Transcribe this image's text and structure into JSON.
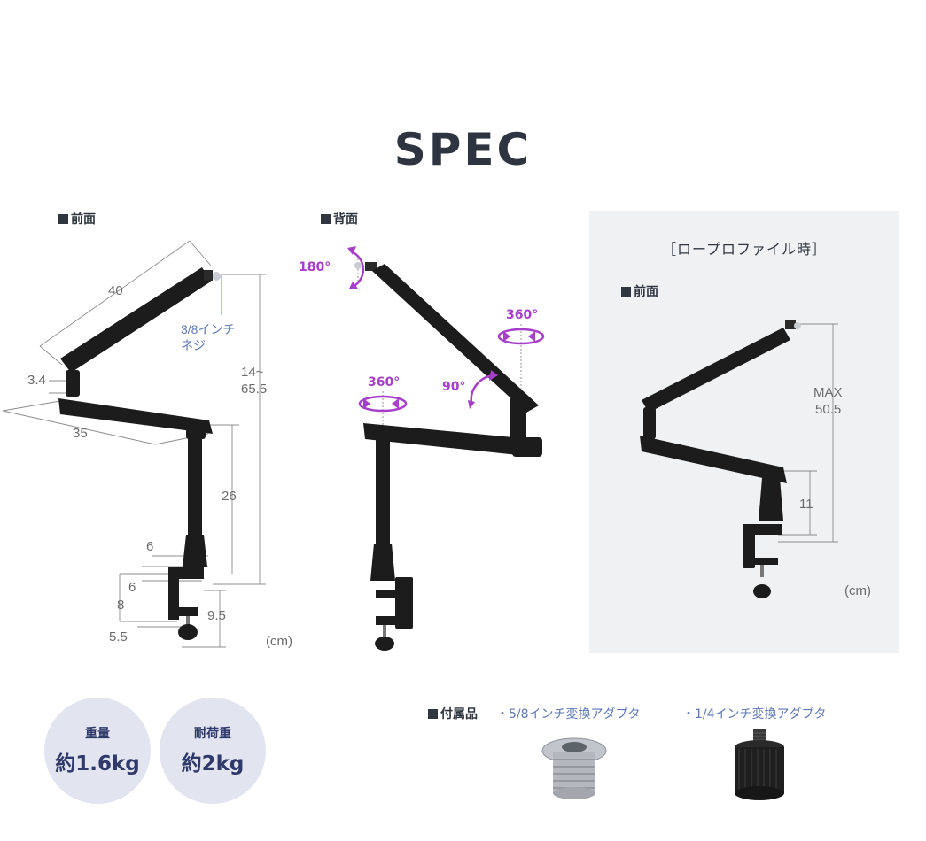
{
  "title": "SPEC",
  "sections": {
    "front": "前面",
    "back": "背面",
    "low_profile_title": "［ロープロファイル時］",
    "low_profile_front": "前面"
  },
  "front_dims": {
    "d40": "40",
    "d3_4": "3.4",
    "d35": "35",
    "screw_1": "3/8インチ",
    "screw_2": "ネジ",
    "height_1": "14~",
    "height_2": "65.5",
    "d26": "26",
    "d6a": "6",
    "d6b": "6",
    "d8": "8",
    "d9_5": "9.5",
    "d5_5": "5.5",
    "unit": "(cm)"
  },
  "back_rotations": {
    "r180": "180°",
    "r360_top": "360°",
    "r360_left": "360°",
    "r90": "90°"
  },
  "low_profile_dims": {
    "max_1": "MAX",
    "max_2": "50.5",
    "d11": "11",
    "unit": "(cm)"
  },
  "specs": [
    {
      "label": "重量",
      "value": "約1.6kg"
    },
    {
      "label": "耐荷重",
      "value": "約2kg"
    }
  ],
  "accessories": {
    "label": "付属品",
    "items": [
      "・5/8インチ変換アダプタ",
      "・1/4インチ変換アダプタ"
    ]
  },
  "colors": {
    "rotation_accent": "#a63fc9",
    "note_blue": "#5d78b5",
    "spec_circle": "#e2e4ef",
    "panel_bg": "#eff1f2"
  }
}
